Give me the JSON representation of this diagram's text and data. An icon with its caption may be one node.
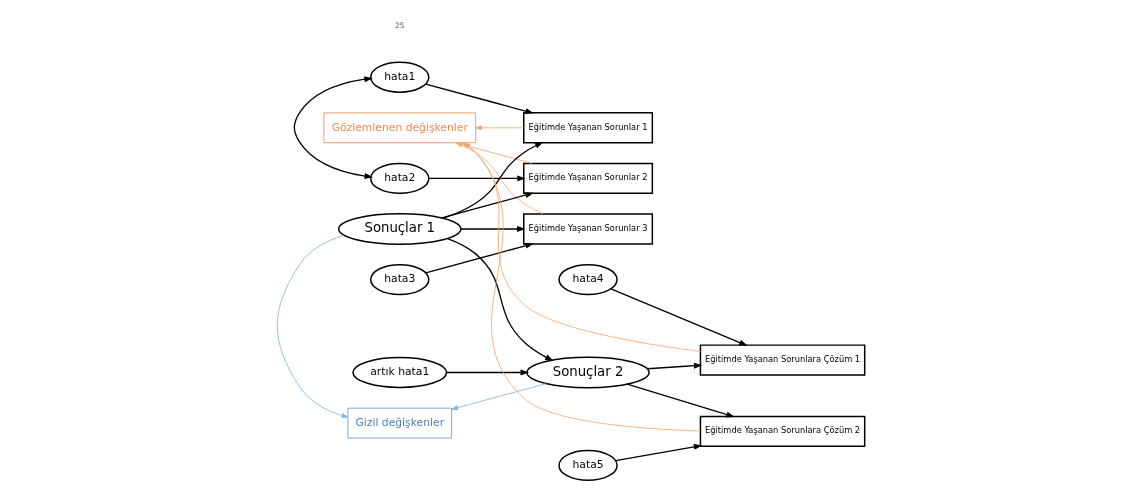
{
  "diagram": {
    "nodes": [
      {
        "text": [
          "Gözlemlenen değişkenler"
        ]
      },
      {
        "text": [
          "artık hata1"
        ]
      },
      {
        "text": [
          "hata1"
        ]
      },
      {
        "text": [
          "Eğitimde Yaşanan Sorunlar 1"
        ]
      },
      {
        "text": [
          "hata2"
        ]
      },
      {
        "text": [
          "Eğitimde Yaşanan Sorunlar 2"
        ]
      },
      {
        "text": [
          "hata3"
        ]
      },
      {
        "text": [
          "Eğitimde Yaşanan Sorunlar 3"
        ]
      },
      {
        "text": [
          "Sonuçlar 1"
        ]
      },
      {
        "text": [
          "Sonuçlar 2"
        ]
      },
      {
        "text": [
          "Eğitimde Yaşanan Sorunlara Çözüm 1"
        ]
      },
      {
        "text": [
          "hata4"
        ]
      },
      {
        "text": [
          "Eğitimde Yaşanan Sorunlara Çözüm 2"
        ]
      },
      {
        "text": [
          "hata5"
        ]
      },
      {
        "text": [
          "Gizil değişkenler"
        ]
      }
    ],
    "edges": [
      {
        "from": 2,
        "to": 3,
        "arrow": "to"
      },
      {
        "from": 4,
        "to": 5,
        "arrow": "to"
      },
      {
        "from": 6,
        "to": 7,
        "arrow": "to"
      },
      {
        "from": 2,
        "to": 4,
        "arrow": "both"
      },
      {
        "from": 8,
        "to": 3,
        "arrow": "to"
      },
      {
        "from": 8,
        "to": 5,
        "arrow": "to"
      },
      {
        "from": 8,
        "to": 7,
        "arrow": "to"
      },
      {
        "from": 8,
        "to": 9,
        "arrow": "to"
      },
      {
        "from": 1,
        "to": 9,
        "arrow": "to"
      },
      {
        "from": 9,
        "to": 10,
        "arrow": "to"
      },
      {
        "from": 9,
        "to": 12,
        "arrow": "to"
      },
      {
        "from": 11,
        "to": 10,
        "arrow": "to"
      },
      {
        "from": 13,
        "to": 12,
        "arrow": "to"
      },
      {
        "from": 3,
        "to": 0,
        "arrow": "to",
        "color": "#f4a46e"
      },
      {
        "from": 5,
        "to": 0,
        "arrow": "to",
        "color": "#f4a46e"
      },
      {
        "from": 7,
        "to": 0,
        "arrow": "to",
        "color": "#f4a46e"
      },
      {
        "from": 10,
        "to": 0,
        "arrow": "to",
        "color": "#f4a46e"
      },
      {
        "from": 12,
        "to": 0,
        "arrow": "to",
        "color": "#f4a46e"
      },
      {
        "from": 8,
        "to": 14,
        "arrow": "to",
        "color": "#7fb2e5"
      },
      {
        "from": 9,
        "to": 14,
        "arrow": "to",
        "color": "#7fb2e5"
      }
    ],
    "labels": [
      "25"
    ]
  }
}
